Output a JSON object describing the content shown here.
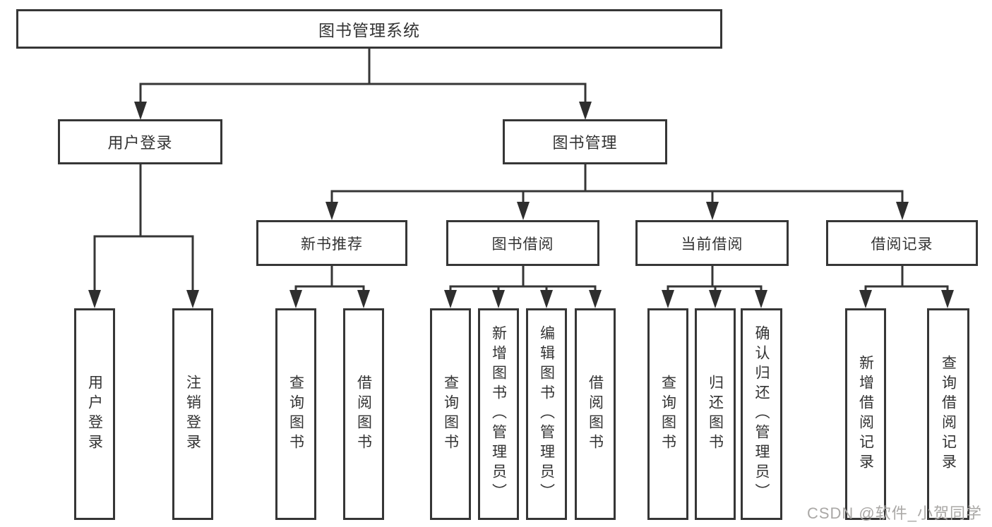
{
  "title": "图书管理系统",
  "tree": {
    "root": "图书管理系统",
    "level2": [
      "用户登录",
      "图书管理"
    ],
    "level3": [
      "新书推荐",
      "图书借阅",
      "当前借阅",
      "借阅记录"
    ],
    "leaves": {
      "login": [
        "用户登录",
        "注销登录"
      ],
      "recommend": [
        "查询图书",
        "借阅图书"
      ],
      "borrow": [
        "查询图书",
        "新增图书（管理员）",
        "编辑图书（管理员）",
        "借阅图书"
      ],
      "current": [
        "查询图书",
        "归还图书",
        "确认归还（管理员）"
      ],
      "records": [
        "新增借阅记录",
        "查询借阅记录"
      ]
    }
  },
  "watermark": "CSDN @软件_小贺同学",
  "colors": {
    "line": "#363636",
    "arrow_fill": "#2e2e2e",
    "text": "#333333",
    "watermark": "#aaa8a6",
    "background": "#ffffff"
  }
}
